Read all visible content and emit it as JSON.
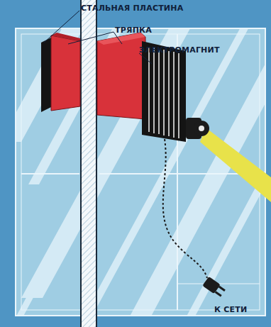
{
  "diagram": {
    "labels": [
      "СТАЛЬНАЯ ПЛАСТИНА",
      "ТРЯПКА",
      "ЭЛЕКТРОМАГНИТ",
      "К СЕТИ"
    ]
  }
}
